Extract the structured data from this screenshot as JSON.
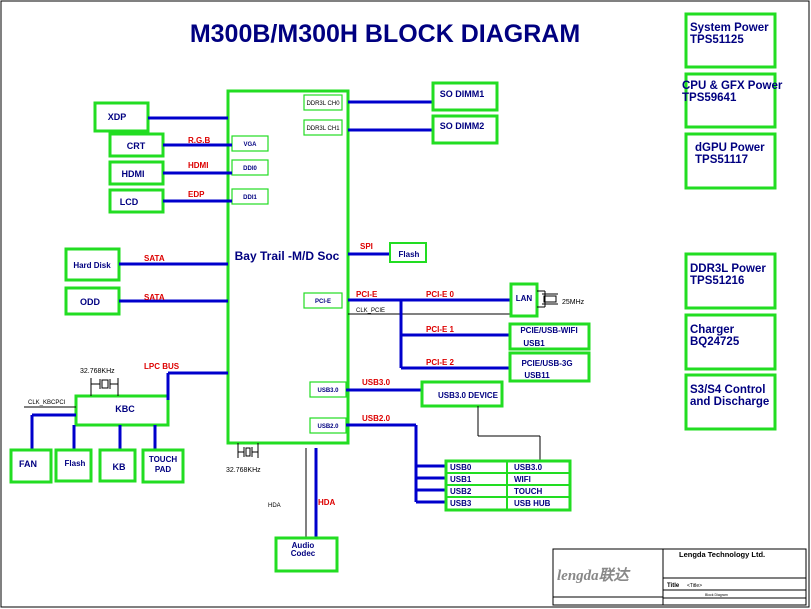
{
  "title": "M300B/M300H BLOCK DIAGRAM",
  "soc": {
    "label": "Bay Trail -M/D Soc",
    "ports": {
      "ddr_ch0": "DDR3L CH0",
      "ddr_ch1": "DDR3L CH1",
      "vga": "VGA",
      "ddi0": "DDI0",
      "ddi1": "DDI1",
      "pcie": "PCI-E",
      "usb30": "USB3.0",
      "usb20": "USB2.0"
    }
  },
  "blocks": {
    "xdp": "XDP",
    "crt": "CRT",
    "hdmi": "HDMI",
    "lcd": "LCD",
    "hdd": "Hard Disk",
    "odd": "ODD",
    "kbc": "KBC",
    "fan": "FAN",
    "kbc_flash": "Flash",
    "kb": "KB",
    "touchpad_line1": "TOUCH",
    "touchpad_line2": "PAD",
    "so_dimm1": "SO DIMM1",
    "so_dimm2": "SO DIMM2",
    "spi_flash": "Flash",
    "lan": "LAN",
    "pcie_wifi_line1": "PCIE/USB-WIFI",
    "pcie_wifi_line2": "USB1",
    "pcie_3g_line1": "PCIE/USB-3G",
    "pcie_3g_line2": "USB11",
    "usb30_device": "USB3.0 DEVICE",
    "audio_line1": "Audio",
    "audio_line2": "Codec"
  },
  "usb_table": [
    {
      "port": "USB0",
      "device": "USB3.0"
    },
    {
      "port": "USB1",
      "device": "WIFI"
    },
    {
      "port": "USB2",
      "device": "TOUCH"
    },
    {
      "port": "USB3",
      "device": "USB HUB"
    }
  ],
  "signals": {
    "rgb": "R.G.B",
    "hdmi": "HDMI",
    "edp": "EDP",
    "sata1": "SATA",
    "sata2": "SATA",
    "lpc": "LPC BUS",
    "spi": "SPI",
    "pcie": "PCI-E",
    "pcie0": "PCI-E 0",
    "pcie1": "PCI-E 1",
    "pcie2": "PCI-E 2",
    "usb30": "USB3.0",
    "usb20": "USB2.0",
    "hda_red": "HDA",
    "hda_black": "HDA",
    "clk_pcie": "CLK_PCIE",
    "clk_kbcpci": "CLK_KBCPCI",
    "xtal_25m": "25MHz",
    "xtal_kbc": "32.768KHz",
    "xtal_soc": "32.768KHz"
  },
  "power_blocks": [
    {
      "line1": "System Power",
      "line2": "TPS51125"
    },
    {
      "line1": "CPU & GFX Power",
      "line2": "TPS59641"
    },
    {
      "line1": "dGPU Power",
      "line2": "TPS51117"
    },
    {
      "line1": "DDR3L Power",
      "line2": "TPS51216"
    },
    {
      "line1": "Charger",
      "line2": "BQ24725"
    },
    {
      "line1": "S3/S4 Control",
      "line2": "and Discharge"
    }
  ],
  "title_block": {
    "company": "Lengda Technology Ltd.",
    "logo": "lengda联达",
    "title_label": "Title",
    "title_value": "<Title>",
    "doc_name": "Block Diagram",
    "colors": {
      "green": "#22dd22",
      "blue": "#0000cc",
      "navy": "#000080",
      "red": "#dd0000"
    }
  }
}
